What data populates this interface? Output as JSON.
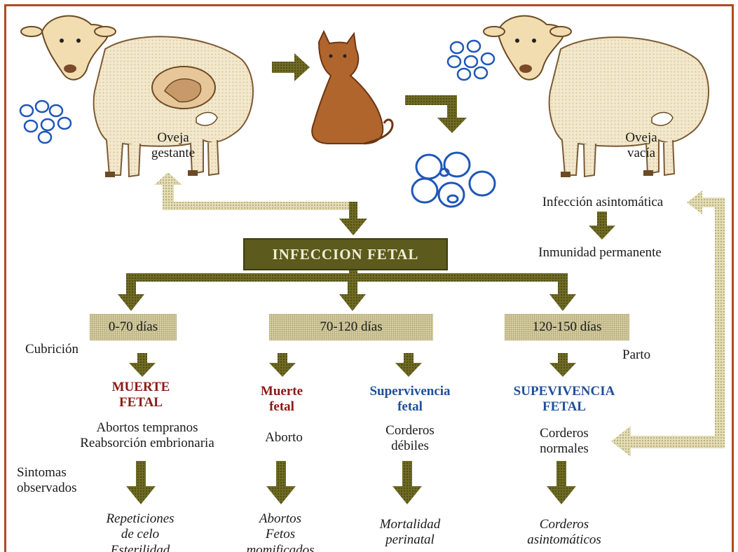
{
  "colors": {
    "frame": "#b5481e",
    "arrow": "#6f6b23",
    "arrow_light": "#dcd6b0",
    "header_box": "#5c5a1c",
    "band": "#d8d0a4",
    "red_text": "#8b1a14",
    "blue_text": "#1f4f9a",
    "oocyst": "#1f57b8",
    "sheep_body": "#f2e6c8",
    "cat": "#b0652d"
  },
  "icons": [
    "sheep-pregnant-icon",
    "cat-icon",
    "sheep-empty-icon",
    "oocyst-cluster-icon"
  ],
  "top": {
    "pregnant_sheep": "Oveja\ngestante",
    "empty_sheep": "Oveja\nvacía",
    "asymptomatic_infection": "Infección asintomática",
    "permanent_immunity": "Inmunidad permanente"
  },
  "center": {
    "header": "INFECCION FETAL"
  },
  "periods": [
    {
      "label": "0-70 días",
      "side": "Cubrición"
    },
    {
      "label": "70-120 días",
      "side": ""
    },
    {
      "label": "120-150 días",
      "side": "Parto"
    }
  ],
  "outcomes": [
    {
      "title": "MUERTE\nFETAL",
      "detail": "Abortos tempranos\nReabsorción embrionaria",
      "result": "Repeticiones\nde celo\nEsterilidad"
    },
    {
      "title": "Muerte\nfetal",
      "detail": "Aborto",
      "result": "Abortos\nFetos\nmomificados"
    },
    {
      "title": "Supervivencia\nfetal",
      "detail": "Corderos\ndébiles",
      "result": "Mortalidad\nperinatal"
    },
    {
      "title": "SUPEVIVENCIA\nFETAL",
      "detail": "Corderos\nnormales",
      "result": "Corderos\nasintomáticos"
    }
  ],
  "symptoms_label": "Sintomas\nobservados"
}
